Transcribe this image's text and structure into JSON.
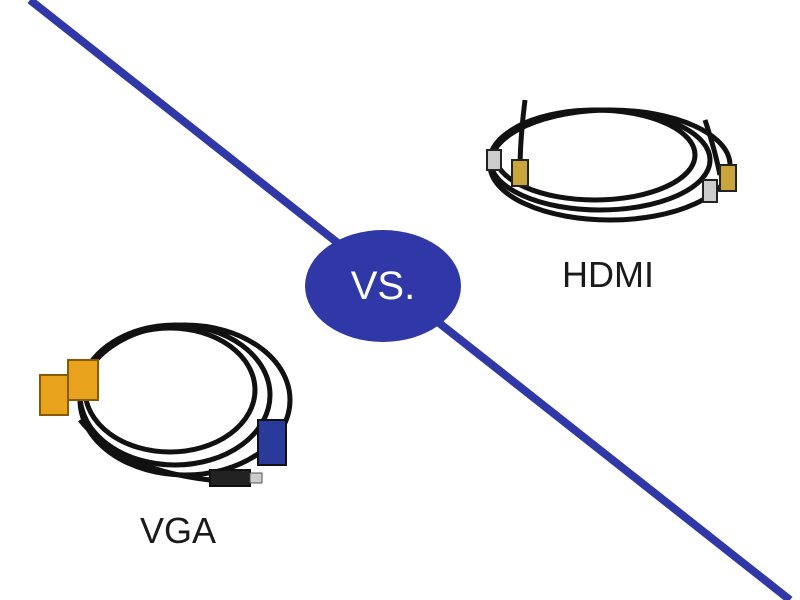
{
  "center_badge": "VS.",
  "left_item": {
    "label": "VGA"
  },
  "right_item": {
    "label": "HDMI"
  },
  "colors": {
    "accent": "#3038a8",
    "cable": "#111111",
    "vga_connector_yellow": "#e8a21c",
    "vga_connector_blue": "#2a3a9a",
    "hdmi_gold": "#c9a43a"
  }
}
